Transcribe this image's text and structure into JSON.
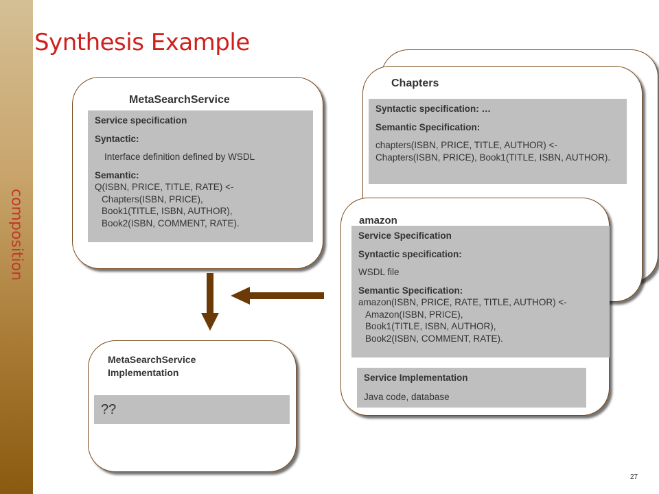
{
  "slide": {
    "title": "Synthesis Example",
    "sidebar_label": "composition",
    "page_number": "27"
  },
  "meta_search_service": {
    "title": "MetaSearchService",
    "lines": {
      "service_spec": "Service specification",
      "syntactic_label": "Syntactic:",
      "syntactic_value": "Interface definition defined by WSDL",
      "semantic_label": "Semantic:",
      "semantic_line1": "Q(ISBN, PRICE, TITLE, RATE) <-",
      "semantic_line2": "Chapters(ISBN, PRICE),",
      "semantic_line3": "Book1(TITLE, ISBN, AUTHOR),",
      "semantic_line4": "Book2(ISBN, COMMENT, RATE)."
    }
  },
  "chapters": {
    "title": "Chapters",
    "lines": {
      "syntactic": "Syntactic specification: …",
      "semantic_label": "Semantic Specification:",
      "semantic_value": "chapters(ISBN, PRICE, TITLE, AUTHOR) <- Chapters(ISBN, PRICE), Book1(TITLE, ISBN, AUTHOR)."
    }
  },
  "amazon": {
    "title": "amazon",
    "spec": {
      "service_spec": "Service Specification",
      "syntactic_label": "Syntactic specification:",
      "syntactic_value": "WSDL file",
      "semantic_label": "Semantic Specification:",
      "semantic_line1": "amazon(ISBN, PRICE, RATE, TITLE, AUTHOR) <-",
      "semantic_line2": "Amazon(ISBN, PRICE),",
      "semantic_line3": "Book1(TITLE, ISBN, AUTHOR),",
      "semantic_line4": "Book2(ISBN, COMMENT, RATE)."
    },
    "impl": {
      "label": "Service Implementation",
      "value": "Java code, database"
    }
  },
  "implementation": {
    "title_line1": "MetaSearchService",
    "title_line2": "Implementation",
    "placeholder": "??"
  },
  "colors": {
    "title_red": "#d0201e",
    "card_border": "#7a4a1e",
    "arrow_brown": "#6b3a06",
    "grey_box": "#bfbfbf"
  }
}
